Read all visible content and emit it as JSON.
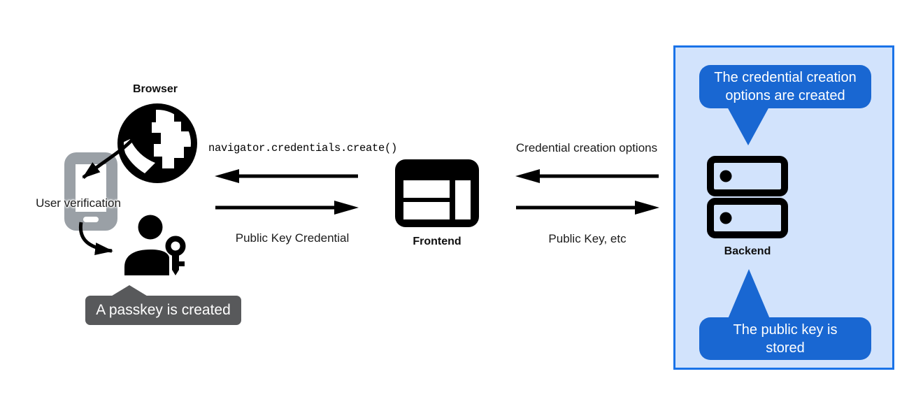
{
  "left_group": {
    "browser_label": "Browser",
    "user_verification_label": "User verification",
    "passkey_tooltip": "A passkey is created"
  },
  "frontend_flow": {
    "call_label": "navigator.credentials.create()",
    "return_label": "Public Key Credential",
    "frontend_label": "Frontend"
  },
  "backend_flow": {
    "request_label": "Credential creation options",
    "response_label": "Public Key, etc",
    "backend_label": "Backend"
  },
  "backend_panel": {
    "top_bubble_line1": "The credential creation",
    "top_bubble_line2": "options are created",
    "bottom_bubble_line1": "The public key is",
    "bottom_bubble_line2": "stored"
  },
  "colors": {
    "bubble_blue": "#1967d2",
    "panel_border": "#1a73e8",
    "panel_bg": "#d2e3fc",
    "tooltip_gray": "#58595b",
    "phone_gray": "#9aa0a6",
    "icon_black": "#000000"
  }
}
